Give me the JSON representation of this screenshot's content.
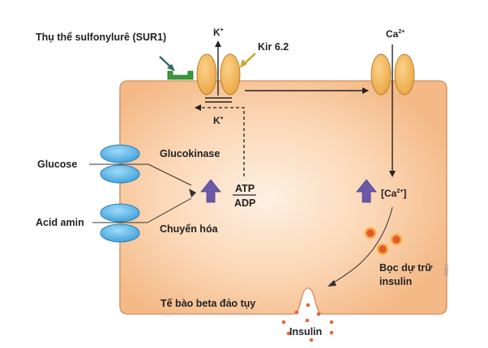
{
  "labels": {
    "sur1": "Thụ thể sulfonylurê (SUR1)",
    "kir": "Kir 6.2",
    "k_top": "K",
    "k_bottom": "K",
    "k_charge": "+",
    "ca_top": "Ca",
    "ca_charge": "2+",
    "glucose": "Glucose",
    "acid_amin": "Acid amin",
    "glucokinase": "Glucokinase",
    "chuyen_hoa": "Chuyển hóa",
    "atp": "ATP",
    "adp": "ADP",
    "ca_conc_open": "[Ca",
    "ca_conc_charge": "2+",
    "ca_conc_close": "]",
    "boc_du_tru_line1": "Bọc dự trữ",
    "boc_du_tru_line2": "insulin",
    "cell_name": "Tế bào beta đảo tụy",
    "insulin": "Insulin",
    "watermark": "©BS"
  },
  "colors": {
    "cell_fill_center": "#fde8d4",
    "cell_fill_edge": "#f5bb8a",
    "cell_stroke": "#d9996a",
    "channel_fill": "#f3b35a",
    "channel_stroke": "#b9812c",
    "transporter_fill": "#5bb7e8",
    "transporter_stroke": "#2f7fb5",
    "arrow_purple": "#6b5aa8",
    "receptor_green": "#3a9a3a",
    "granule": "#e25a2a",
    "granule_ring": "#f5b04a",
    "pointer_green": "#2f6f5a",
    "pointer_gold": "#d0a030"
  }
}
